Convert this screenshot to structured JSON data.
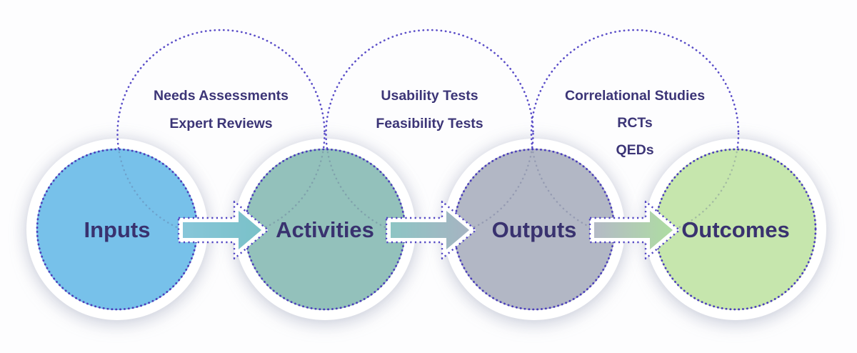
{
  "diagram": {
    "stages": [
      {
        "label": "Inputs",
        "fill": "#77c1ea"
      },
      {
        "label": "Activities",
        "fill": "#93c1bb"
      },
      {
        "label": "Outputs",
        "fill": "#b2b7c5"
      },
      {
        "label": "Outcomes",
        "fill": "#c6e6ad"
      }
    ],
    "arrows": [
      {
        "from": "#87c6d9",
        "to": "#7ac1c8"
      },
      {
        "from": "#8ec5c4",
        "to": "#a6b4c2"
      },
      {
        "from": "#b4bac6",
        "to": "#aedda2"
      }
    ],
    "evaluations": [
      {
        "items": [
          "Needs Assessments",
          "Expert Reviews"
        ]
      },
      {
        "items": [
          "Usability Tests",
          "Feasibility Tests"
        ]
      },
      {
        "items": [
          "Correlational Studies",
          "RCTs",
          "QEDs"
        ]
      }
    ],
    "colors": {
      "label_text": "#39326f",
      "eval_text": "#3c3577",
      "dotted_circle": "#5a4dc8",
      "dotted_edge": "#4c40ba",
      "dotted_arrow": "#5246c4"
    }
  }
}
